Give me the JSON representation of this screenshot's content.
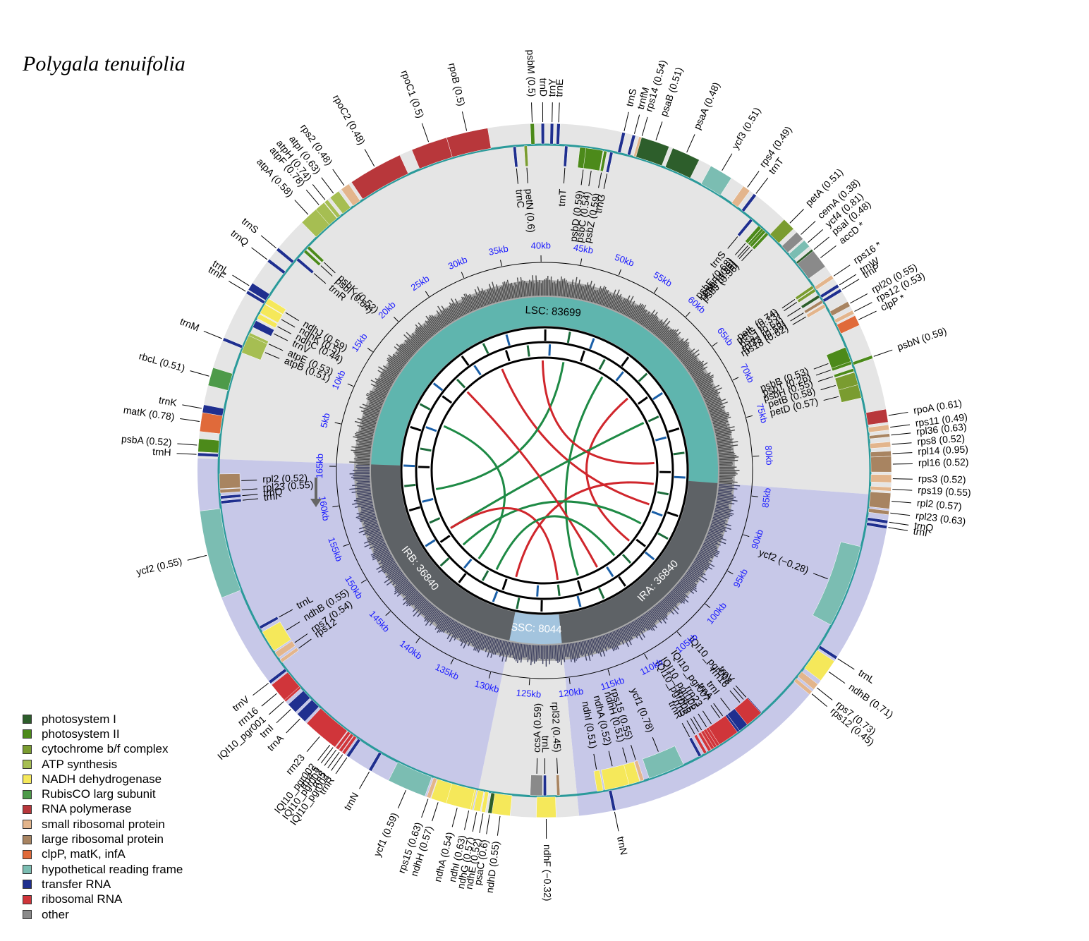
{
  "title": "Polygala tenuifolia",
  "legend": [
    {
      "label": "photosystem I",
      "color": "#2d5e2b"
    },
    {
      "label": "photosystem II",
      "color": "#4c8a1a"
    },
    {
      "label": "cytochrome b/f complex",
      "color": "#7a9c30"
    },
    {
      "label": "ATP synthesis",
      "color": "#a6be52"
    },
    {
      "label": "NADH dehydrogenase",
      "color": "#f5e85a"
    },
    {
      "label": "RubisCO larg subunit",
      "color": "#4d9a49"
    },
    {
      "label": "RNA polymerase",
      "color": "#b8373b"
    },
    {
      "label": "small ribosomal protein",
      "color": "#e3b58c"
    },
    {
      "label": "large ribosomal protein",
      "color": "#a88461"
    },
    {
      "label": "clpP, matK, infA",
      "color": "#e06a3a"
    },
    {
      "label": "hypothetical reading frame",
      "color": "#7bbdb2"
    },
    {
      "label": "transfer RNA",
      "color": "#1f2f8f"
    },
    {
      "label": "ribosomal RNA",
      "color": "#d0353a"
    },
    {
      "label": "other",
      "color": "#8a8a8a"
    }
  ],
  "genome": {
    "total_kb": 165.4,
    "regions": [
      {
        "label": "LSC: 83699",
        "start_kb": 0,
        "end_kb": 83.7,
        "color": "#5fb5ae"
      },
      {
        "label": "IRA: 36840",
        "start_kb": 83.7,
        "end_kb": 120.5,
        "color": "#5e6266"
      },
      {
        "label": "SSC: 8044",
        "start_kb": 120.5,
        "end_kb": 128.5,
        "color": "#a3c4de"
      },
      {
        "label": "IRB: 36840",
        "start_kb": 128.5,
        "end_kb": 165.4,
        "color": "#5e6266"
      }
    ],
    "kb_ticks": [
      "5kb",
      "10kb",
      "15kb",
      "20kb",
      "25kb",
      "30kb",
      "35kb",
      "40kb",
      "45kb",
      "50kb",
      "55kb",
      "60kb",
      "65kb",
      "70kb",
      "75kb",
      "80kb",
      "85kb",
      "90kb",
      "95kb",
      "100kb",
      "105kb",
      "110kb",
      "115kb",
      "120kb",
      "125kb",
      "130kb",
      "135kb",
      "140kb",
      "145kb",
      "150kb",
      "155kb",
      "160kb",
      "165kb"
    ]
  },
  "genes": [
    {
      "label": "rpoC2 (0.48)",
      "pos_kb": 27.0,
      "len_kb": 4.2,
      "cat": 6,
      "side": "out"
    },
    {
      "label": "rpoC1 (0.5)",
      "pos_kb": 31.5,
      "len_kb": 2.8,
      "cat": 6,
      "side": "out"
    },
    {
      "label": "rpoB (0.5)",
      "pos_kb": 34.5,
      "len_kb": 3.2,
      "cat": 6,
      "side": "out"
    },
    {
      "label": "psbM (0.5)",
      "pos_kb": 39.5,
      "len_kb": 0.3,
      "cat": 1,
      "side": "out"
    },
    {
      "label": "trnD",
      "pos_kb": 40.3,
      "len_kb": 0.2,
      "cat": 11,
      "side": "out"
    },
    {
      "label": "trnY",
      "pos_kb": 41.0,
      "len_kb": 0.2,
      "cat": 11,
      "side": "out"
    },
    {
      "label": "trnE",
      "pos_kb": 41.5,
      "len_kb": 0.2,
      "cat": 11,
      "side": "out"
    },
    {
      "label": "trnS",
      "pos_kb": 46.5,
      "len_kb": 0.2,
      "cat": 11,
      "side": "out"
    },
    {
      "label": "trnfM",
      "pos_kb": 47.3,
      "len_kb": 0.2,
      "cat": 11,
      "side": "out"
    },
    {
      "label": "rps14 (0.54)",
      "pos_kb": 47.9,
      "len_kb": 0.4,
      "cat": 7,
      "side": "out"
    },
    {
      "label": "psaB (0.51)",
      "pos_kb": 49.0,
      "len_kb": 2.2,
      "cat": 0,
      "side": "out"
    },
    {
      "label": "psaA (0.48)",
      "pos_kb": 51.5,
      "len_kb": 2.2,
      "cat": 0,
      "side": "out"
    },
    {
      "label": "ycf3 (0.51)",
      "pos_kb": 54.5,
      "len_kb": 1.8,
      "cat": 10,
      "side": "out"
    },
    {
      "label": "rps4 (0.49)",
      "pos_kb": 56.8,
      "len_kb": 0.6,
      "cat": 7,
      "side": "out"
    },
    {
      "label": "trnT",
      "pos_kb": 57.6,
      "len_kb": 0.2,
      "cat": 11,
      "side": "out"
    },
    {
      "label": "petA (0.51)",
      "pos_kb": 61.0,
      "len_kb": 1.0,
      "cat": 2,
      "side": "out"
    },
    {
      "label": "cemA (0.38)",
      "pos_kb": 62.2,
      "len_kb": 0.7,
      "cat": 13,
      "side": "out"
    },
    {
      "label": "ycf4 (0.81)",
      "pos_kb": 63.0,
      "len_kb": 0.6,
      "cat": 10,
      "side": "out"
    },
    {
      "label": "psaI (0.48)",
      "pos_kb": 63.7,
      "len_kb": 0.2,
      "cat": 0,
      "side": "out"
    },
    {
      "label": "accD *",
      "pos_kb": 64.5,
      "len_kb": 1.5,
      "cat": 13,
      "side": "out"
    },
    {
      "label": "rps16 *",
      "pos_kb": 66.2,
      "len_kb": 0.3,
      "cat": 7,
      "side": "out"
    },
    {
      "label": "trnW",
      "pos_kb": 67.0,
      "len_kb": 0.2,
      "cat": 11,
      "side": "out"
    },
    {
      "label": "trnP",
      "pos_kb": 67.4,
      "len_kb": 0.2,
      "cat": 11,
      "side": "out"
    },
    {
      "label": "rpl20 (0.55)",
      "pos_kb": 68.6,
      "len_kb": 0.4,
      "cat": 8,
      "side": "out"
    },
    {
      "label": "rps12 (0.53)",
      "pos_kb": 69.3,
      "len_kb": 0.3,
      "cat": 7,
      "side": "out"
    },
    {
      "label": "clpP *",
      "pos_kb": 70.0,
      "len_kb": 0.8,
      "cat": 9,
      "side": "out"
    },
    {
      "label": "psbN (0.59)",
      "pos_kb": 73.0,
      "len_kb": 0.2,
      "cat": 1,
      "side": "out"
    },
    {
      "label": "rpoA (0.61)",
      "pos_kb": 77.6,
      "len_kb": 1.0,
      "cat": 6,
      "side": "out"
    },
    {
      "label": "rps11 (0.49)",
      "pos_kb": 78.5,
      "len_kb": 0.4,
      "cat": 7,
      "side": "out"
    },
    {
      "label": "rpl36 (0.63)",
      "pos_kb": 79.1,
      "len_kb": 0.2,
      "cat": 8,
      "side": "out"
    },
    {
      "label": "rps8 (0.52)",
      "pos_kb": 79.8,
      "len_kb": 0.4,
      "cat": 7,
      "side": "out"
    },
    {
      "label": "rpl14 (0.95)",
      "pos_kb": 80.5,
      "len_kb": 0.4,
      "cat": 8,
      "side": "out"
    },
    {
      "label": "rpl16 (0.52)",
      "pos_kb": 81.3,
      "len_kb": 1.2,
      "cat": 8,
      "side": "out"
    },
    {
      "label": "rps3 (0.52)",
      "pos_kb": 82.4,
      "len_kb": 0.6,
      "cat": 7,
      "side": "out"
    },
    {
      "label": "rps19 (0.55)",
      "pos_kb": 83.2,
      "len_kb": 0.3,
      "cat": 7,
      "side": "out"
    },
    {
      "label": "rpl2 (0.57)",
      "pos_kb": 84.1,
      "len_kb": 1.2,
      "cat": 8,
      "side": "out"
    },
    {
      "label": "rpl23 (0.63)",
      "pos_kb": 85.0,
      "len_kb": 0.3,
      "cat": 8,
      "side": "out"
    },
    {
      "label": "trnQ",
      "pos_kb": 85.7,
      "len_kb": 0.2,
      "cat": 11,
      "side": "out"
    },
    {
      "label": "trnI",
      "pos_kb": 86.1,
      "len_kb": 0.2,
      "cat": 11,
      "side": "out"
    },
    {
      "label": "trnL",
      "pos_kb": 96.8,
      "len_kb": 0.2,
      "cat": 11,
      "side": "out"
    },
    {
      "label": "ndhB (0.71)",
      "pos_kb": 98.0,
      "len_kb": 1.8,
      "cat": 4,
      "side": "out"
    },
    {
      "label": "rps7 (0.73)",
      "pos_kb": 99.5,
      "len_kb": 0.5,
      "cat": 7,
      "side": "out"
    },
    {
      "label": "rps12 (0.45)",
      "pos_kb": 100.1,
      "len_kb": 0.3,
      "cat": 7,
      "side": "out"
    },
    {
      "label": "trnN",
      "pos_kb": 117.8,
      "len_kb": 0.2,
      "cat": 11,
      "side": "out"
    },
    {
      "label": "ndhF (−0.32)",
      "pos_kb": 123.0,
      "len_kb": 1.5,
      "cat": 4,
      "side": "out"
    },
    {
      "label": "ndhD (0.55)",
      "pos_kb": 126.5,
      "len_kb": 1.5,
      "cat": 4,
      "side": "out"
    },
    {
      "label": "psaC (0.6)",
      "pos_kb": 127.3,
      "len_kb": 0.3,
      "cat": 0,
      "side": "out"
    },
    {
      "label": "ndhE (0.52)",
      "pos_kb": 127.8,
      "len_kb": 0.3,
      "cat": 4,
      "side": "out"
    },
    {
      "label": "ndhG (0.57)",
      "pos_kb": 128.3,
      "len_kb": 0.5,
      "cat": 4,
      "side": "out"
    },
    {
      "label": "ndhI (0.63)",
      "pos_kb": 128.9,
      "len_kb": 0.5,
      "cat": 4,
      "side": "out"
    },
    {
      "label": "ndhA (0.54)",
      "pos_kb": 129.8,
      "len_kb": 2.0,
      "cat": 4,
      "side": "out"
    },
    {
      "label": "ndhH (0.57)",
      "pos_kb": 131.3,
      "len_kb": 1.2,
      "cat": 4,
      "side": "out"
    },
    {
      "label": "rps15 (0.63)",
      "pos_kb": 132.1,
      "len_kb": 0.3,
      "cat": 7,
      "side": "out"
    },
    {
      "label": "ycf1 (0.59)",
      "pos_kb": 133.9,
      "len_kb": 3.0,
      "cat": 10,
      "side": "out"
    },
    {
      "label": "trnN",
      "pos_kb": 137.0,
      "len_kb": 0.2,
      "cat": 11,
      "side": "out"
    },
    {
      "label": "trnR",
      "pos_kb": 139.0,
      "len_kb": 0.2,
      "cat": 11,
      "side": "out"
    },
    {
      "label": "IQI10_pgr004",
      "pos_kb": 139.4,
      "len_kb": 0.1,
      "cat": 12,
      "side": "out"
    },
    {
      "label": "rrn5",
      "pos_kb": 139.7,
      "len_kb": 0.2,
      "cat": 12,
      "side": "out"
    },
    {
      "label": "IQI10_pgr003",
      "pos_kb": 140.0,
      "len_kb": 0.1,
      "cat": 12,
      "side": "out"
    },
    {
      "label": "rrn4.5",
      "pos_kb": 140.3,
      "len_kb": 0.2,
      "cat": 12,
      "side": "out"
    },
    {
      "label": "IQI10_pgr002",
      "pos_kb": 140.6,
      "len_kb": 0.1,
      "cat": 12,
      "side": "out"
    },
    {
      "label": "rrn23",
      "pos_kb": 141.6,
      "len_kb": 2.8,
      "cat": 12,
      "side": "out"
    },
    {
      "label": "trnA",
      "pos_kb": 143.6,
      "len_kb": 0.8,
      "cat": 11,
      "side": "out"
    },
    {
      "label": "trnI",
      "pos_kb": 144.6,
      "len_kb": 0.8,
      "cat": 11,
      "side": "out"
    },
    {
      "label": "IQI10_pgr001",
      "pos_kb": 145.4,
      "len_kb": 0.1,
      "cat": 12,
      "side": "out"
    },
    {
      "label": "rrn16",
      "pos_kb": 146.2,
      "len_kb": 1.5,
      "cat": 12,
      "side": "out"
    },
    {
      "label": "trnV",
      "pos_kb": 147.2,
      "len_kb": 0.2,
      "cat": 11,
      "side": "out"
    },
    {
      "label": "ycf2 (0.55)",
      "pos_kb": 158.0,
      "len_kb": 6.8,
      "cat": 10,
      "side": "out"
    },
    {
      "label": "psbA (0.52)",
      "pos_kb": 1.0,
      "len_kb": 1.0,
      "cat": 1,
      "side": "out"
    },
    {
      "label": "trnH",
      "pos_kb": 0.3,
      "len_kb": 0.2,
      "cat": 11,
      "side": "out"
    },
    {
      "label": "matK (0.78)",
      "pos_kb": 2.8,
      "len_kb": 1.5,
      "cat": 9,
      "side": "out"
    },
    {
      "label": "trnK",
      "pos_kb": 3.8,
      "len_kb": 0.6,
      "cat": 11,
      "side": "out"
    },
    {
      "label": "rbcL (0.51)",
      "pos_kb": 6.3,
      "len_kb": 1.4,
      "cat": 5,
      "side": "out"
    },
    {
      "label": "trnM",
      "pos_kb": 9.3,
      "len_kb": 0.2,
      "cat": 11,
      "side": "out"
    },
    {
      "label": "trnF",
      "pos_kb": 13.3,
      "len_kb": 0.2,
      "cat": 11,
      "side": "out"
    },
    {
      "label": "trnL",
      "pos_kb": 13.8,
      "len_kb": 0.6,
      "cat": 11,
      "side": "out"
    },
    {
      "label": "trnQ",
      "pos_kb": 16.2,
      "len_kb": 0.2,
      "cat": 11,
      "side": "out"
    },
    {
      "label": "trnS",
      "pos_kb": 17.3,
      "len_kb": 0.2,
      "cat": 11,
      "side": "out"
    },
    {
      "label": "atpA (0.58)",
      "pos_kb": 20.8,
      "len_kb": 1.5,
      "cat": 3,
      "side": "out"
    },
    {
      "label": "atpF (0.78)",
      "pos_kb": 21.9,
      "len_kb": 0.8,
      "cat": 3,
      "side": "out"
    },
    {
      "label": "atpH (0.74)",
      "pos_kb": 22.5,
      "len_kb": 0.3,
      "cat": 3,
      "side": "out"
    },
    {
      "label": "atpI (0.63)",
      "pos_kb": 23.3,
      "len_kb": 0.8,
      "cat": 3,
      "side": "out"
    },
    {
      "label": "rps2 (0.48)",
      "pos_kb": 24.3,
      "len_kb": 0.7,
      "cat": 7,
      "side": "out"
    },
    {
      "label": "trnC",
      "pos_kb": 38.0,
      "len_kb": 0.2,
      "cat": 11,
      "side": "in"
    },
    {
      "label": "petN (0.6)",
      "pos_kb": 38.9,
      "len_kb": 0.2,
      "cat": 2,
      "side": "in"
    },
    {
      "label": "trnT",
      "pos_kb": 42.2,
      "len_kb": 0.2,
      "cat": 11,
      "side": "in"
    },
    {
      "label": "psbD (0.59)",
      "pos_kb": 43.8,
      "len_kb": 1.0,
      "cat": 1,
      "side": "in"
    },
    {
      "label": "psbC (0.54)",
      "pos_kb": 44.5,
      "len_kb": 1.4,
      "cat": 1,
      "side": "in"
    },
    {
      "label": "psbZ (0.59)",
      "pos_kb": 45.4,
      "len_kb": 0.2,
      "cat": 1,
      "side": "in"
    },
    {
      "label": "trnG",
      "pos_kb": 45.9,
      "len_kb": 0.2,
      "cat": 11,
      "side": "in"
    },
    {
      "label": "trnS",
      "pos_kb": 58.6,
      "len_kb": 0.2,
      "cat": 11,
      "side": "in"
    },
    {
      "label": "psbE (0.68)",
      "pos_kb": 59.5,
      "len_kb": 0.3,
      "cat": 1,
      "side": "in"
    },
    {
      "label": "psbF (0.6)",
      "pos_kb": 59.8,
      "len_kb": 0.1,
      "cat": 1,
      "side": "in"
    },
    {
      "label": "psbL (0.36)",
      "pos_kb": 60.0,
      "len_kb": 0.1,
      "cat": 1,
      "side": "in"
    },
    {
      "label": "psbJ (0.56)",
      "pos_kb": 60.3,
      "len_kb": 0.1,
      "cat": 1,
      "side": "in"
    },
    {
      "label": "petL (0.74)",
      "pos_kb": 66.0,
      "len_kb": 0.1,
      "cat": 2,
      "side": "in"
    },
    {
      "label": "petG (0.33)",
      "pos_kb": 66.3,
      "len_kb": 0.1,
      "cat": 2,
      "side": "in"
    },
    {
      "label": "psaJ (0.64)",
      "pos_kb": 66.9,
      "len_kb": 0.1,
      "cat": 0,
      "side": "in"
    },
    {
      "label": "rpl33 (0.58)",
      "pos_kb": 67.4,
      "len_kb": 0.2,
      "cat": 8,
      "side": "in"
    },
    {
      "label": "rps18 (0.62)",
      "pos_kb": 67.8,
      "len_kb": 0.3,
      "cat": 7,
      "side": "in"
    },
    {
      "label": "psbB (0.53)",
      "pos_kb": 72.3,
      "len_kb": 1.5,
      "cat": 1,
      "side": "in"
    },
    {
      "label": "psbT (0.26)",
      "pos_kb": 72.9,
      "len_kb": 0.1,
      "cat": 1,
      "side": "in"
    },
    {
      "label": "psbH (0.55)",
      "pos_kb": 73.5,
      "len_kb": 0.2,
      "cat": 1,
      "side": "in"
    },
    {
      "label": "petB (0.58)",
      "pos_kb": 74.3,
      "len_kb": 1.2,
      "cat": 2,
      "side": "in"
    },
    {
      "label": "petD (0.57)",
      "pos_kb": 75.3,
      "len_kb": 1.1,
      "cat": 2,
      "side": "in"
    },
    {
      "label": "ycf2 (−0.28)",
      "pos_kb": 91.4,
      "len_kb": 6.8,
      "cat": 10,
      "side": "in"
    },
    {
      "label": "IQI10_pgr008",
      "pos_kb": 104.3,
      "len_kb": 0.1,
      "cat": 12,
      "side": "in"
    },
    {
      "label": "trnV",
      "pos_kb": 104.0,
      "len_kb": 0.2,
      "cat": 11,
      "side": "in"
    },
    {
      "label": "rrn16",
      "pos_kb": 104.7,
      "len_kb": 1.5,
      "cat": 12,
      "side": "in"
    },
    {
      "label": "trnI",
      "pos_kb": 105.8,
      "len_kb": 0.8,
      "cat": 11,
      "side": "in"
    },
    {
      "label": "trnA",
      "pos_kb": 106.6,
      "len_kb": 0.8,
      "cat": 11,
      "side": "in"
    },
    {
      "label": "IQI10_pgr007",
      "pos_kb": 106.9,
      "len_kb": 0.1,
      "cat": 12,
      "side": "in"
    },
    {
      "label": "rrn23",
      "pos_kb": 107.8,
      "len_kb": 2.8,
      "cat": 12,
      "side": "in"
    },
    {
      "label": "IQI10_pgr006",
      "pos_kb": 108.3,
      "len_kb": 0.1,
      "cat": 12,
      "side": "in"
    },
    {
      "label": "rrn4.5",
      "pos_kb": 108.8,
      "len_kb": 0.2,
      "cat": 12,
      "side": "in"
    },
    {
      "label": "IQI10_pgr005",
      "pos_kb": 109.1,
      "len_kb": 0.1,
      "cat": 12,
      "side": "in"
    },
    {
      "label": "rrn5",
      "pos_kb": 109.5,
      "len_kb": 0.2,
      "cat": 12,
      "side": "in"
    },
    {
      "label": "trnR",
      "pos_kb": 110.0,
      "len_kb": 0.2,
      "cat": 11,
      "side": "in"
    },
    {
      "label": "ycf1 (0.78)",
      "pos_kb": 113.0,
      "len_kb": 3.0,
      "cat": 10,
      "side": "in"
    },
    {
      "label": "rps15 (0.55)",
      "pos_kb": 115.1,
      "len_kb": 0.3,
      "cat": 7,
      "side": "in"
    },
    {
      "label": "ndhH (0.51)",
      "pos_kb": 115.9,
      "len_kb": 1.2,
      "cat": 4,
      "side": "in"
    },
    {
      "label": "ndhA (0.52)",
      "pos_kb": 117.2,
      "len_kb": 2.0,
      "cat": 4,
      "side": "in"
    },
    {
      "label": "ndhI (0.51)",
      "pos_kb": 118.6,
      "len_kb": 0.5,
      "cat": 4,
      "side": "in"
    },
    {
      "label": "rpl32 (0.45)",
      "pos_kb": 122.0,
      "len_kb": 0.2,
      "cat": 8,
      "side": "in"
    },
    {
      "label": "trnL",
      "pos_kb": 123.1,
      "len_kb": 0.2,
      "cat": 11,
      "side": "in"
    },
    {
      "label": "ccsA (0.59)",
      "pos_kb": 123.8,
      "len_kb": 1.0,
      "cat": 13,
      "side": "in"
    },
    {
      "label": "rpl2 (0.52)",
      "pos_kb": 163.6,
      "len_kb": 1.2,
      "cat": 8,
      "side": "in"
    },
    {
      "label": "rpl23 (0.55)",
      "pos_kb": 162.8,
      "len_kb": 0.3,
      "cat": 8,
      "side": "in"
    },
    {
      "label": "trnQ",
      "pos_kb": 162.3,
      "len_kb": 0.2,
      "cat": 11,
      "side": "in"
    },
    {
      "label": "trnI",
      "pos_kb": 161.9,
      "len_kb": 0.2,
      "cat": 11,
      "side": "in"
    },
    {
      "label": "trnL",
      "pos_kb": 151.2,
      "len_kb": 0.2,
      "cat": 11,
      "side": "in"
    },
    {
      "label": "ndhB (0.55)",
      "pos_kb": 149.9,
      "len_kb": 1.8,
      "cat": 4,
      "side": "in"
    },
    {
      "label": "rps7 (0.54)",
      "pos_kb": 148.6,
      "len_kb": 0.5,
      "cat": 7,
      "side": "in"
    },
    {
      "label": "rps12",
      "pos_kb": 148.0,
      "len_kb": 0.3,
      "cat": 7,
      "side": "in"
    },
    {
      "label": "trnR",
      "pos_kb": 17.7,
      "len_kb": 0.2,
      "cat": 11,
      "side": "in"
    },
    {
      "label": "psbI (0.64)",
      "pos_kb": 18.6,
      "len_kb": 0.1,
      "cat": 1,
      "side": "in"
    },
    {
      "label": "psbK (0.52)",
      "pos_kb": 19.0,
      "len_kb": 0.2,
      "cat": 1,
      "side": "in"
    },
    {
      "label": "ndhJ (0.59)",
      "pos_kb": 13.5,
      "len_kb": 0.5,
      "cat": 4,
      "side": "in"
    },
    {
      "label": "ndhK (0.5)",
      "pos_kb": 12.8,
      "len_kb": 0.8,
      "cat": 4,
      "side": "in"
    },
    {
      "label": "ndhC (0.44)",
      "pos_kb": 12.1,
      "len_kb": 0.4,
      "cat": 4,
      "side": "in"
    },
    {
      "label": "trnV",
      "pos_kb": 11.4,
      "len_kb": 0.6,
      "cat": 11,
      "side": "in"
    },
    {
      "label": "atpE (0.53)",
      "pos_kb": 10.4,
      "len_kb": 0.4,
      "cat": 3,
      "side": "in"
    },
    {
      "label": "atpB (0.51)",
      "pos_kb": 9.6,
      "len_kb": 1.5,
      "cat": 3,
      "side": "in"
    }
  ]
}
